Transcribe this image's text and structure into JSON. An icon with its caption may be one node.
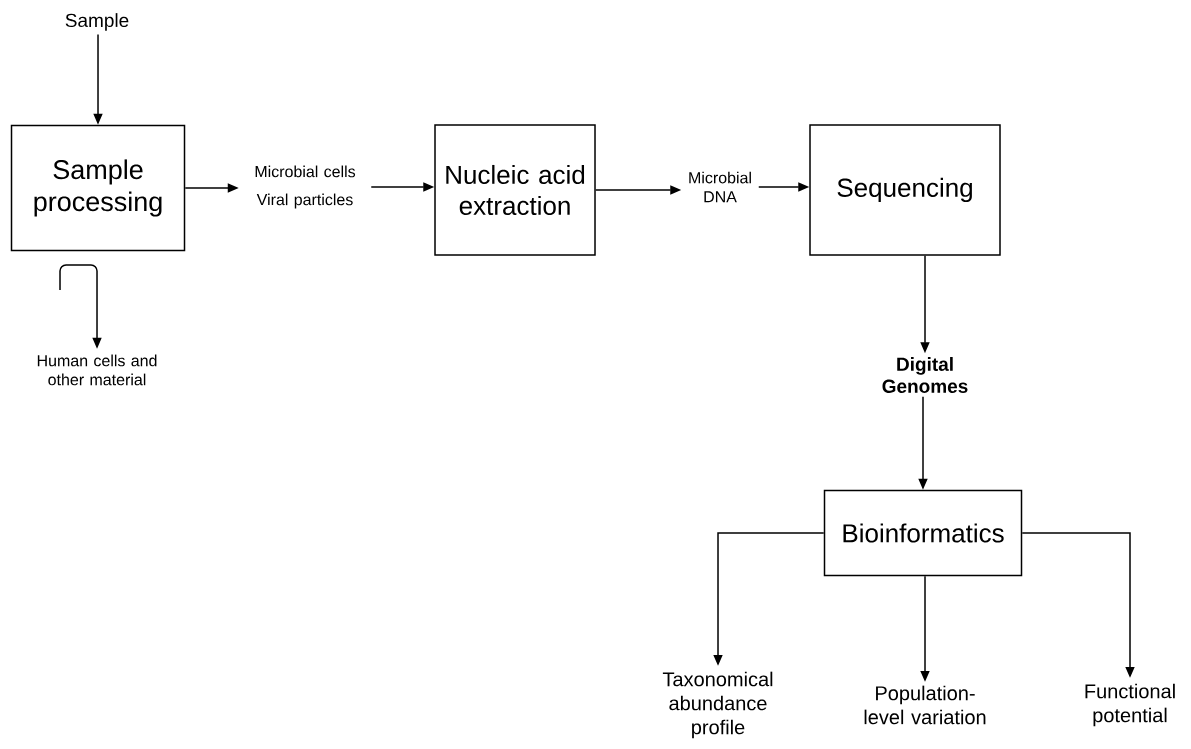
{
  "diagram": {
    "nodes": [
      {
        "text": [
          "Sample"
        ]
      },
      {
        "text": [
          "Sample processing"
        ]
      },
      {
        "text": [
          "Microbial cells",
          "Viral particles"
        ]
      },
      {
        "text": [
          "Nucleic acid extraction"
        ]
      },
      {
        "text": [
          "Microbial DNA"
        ]
      },
      {
        "text": [
          "Sequencing"
        ]
      },
      {
        "text": [
          "Digital Genomes"
        ]
      },
      {
        "text": [
          "Bioinformatics"
        ]
      },
      {
        "text": [
          "Taxonomical abundance profile"
        ]
      },
      {
        "text": [
          "Population-level variation"
        ]
      },
      {
        "text": [
          "Functional potential"
        ]
      },
      {
        "text": [
          "Human cells and other material"
        ]
      }
    ],
    "edges": [
      {
        "from": 0,
        "to": 1,
        "arrow": "to"
      },
      {
        "from": 1,
        "to": 2,
        "arrow": "to"
      },
      {
        "from": 2,
        "to": 3,
        "arrow": "to"
      },
      {
        "from": 3,
        "to": 4,
        "arrow": "to"
      },
      {
        "from": 4,
        "to": 5,
        "arrow": "to"
      },
      {
        "from": 5,
        "to": 6,
        "arrow": "to"
      },
      {
        "from": 6,
        "to": 7,
        "arrow": "to"
      },
      {
        "from": 7,
        "to": 8,
        "arrow": "to"
      },
      {
        "from": 7,
        "to": 9,
        "arrow": "to"
      },
      {
        "from": 7,
        "to": 10,
        "arrow": "to"
      },
      {
        "from": null,
        "to": 11,
        "arrow": "to"
      }
    ]
  }
}
